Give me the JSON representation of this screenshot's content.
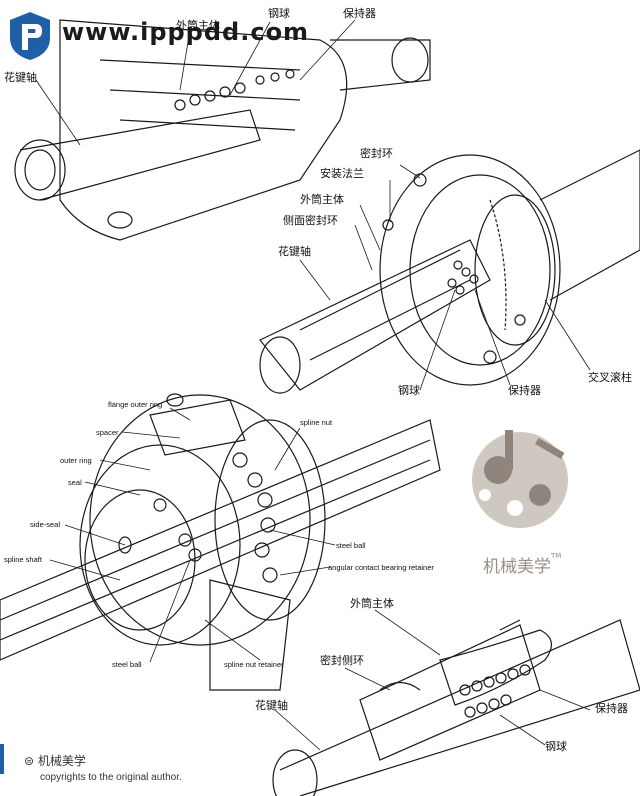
{
  "watermark": {
    "url": "www.ipppdd.com"
  },
  "brand": {
    "name": "机械美学",
    "tm": "TM"
  },
  "footer": {
    "mark": "机械美学",
    "copyright": "copyrights to the original author."
  },
  "fig1": {
    "labels": [
      "外筒主体",
      "钢球",
      "保持器",
      "花键轴"
    ]
  },
  "fig2": {
    "labels": [
      "密封环",
      "安装法兰",
      "外筒主体",
      "侧面密封环",
      "花键轴",
      "钢球",
      "保持器",
      "交叉滚柱"
    ]
  },
  "fig3": {
    "labels": [
      "flange outer ring",
      "spacer",
      "outer ring",
      "seal",
      "side-seal",
      "spline shaft",
      "spline nut",
      "steel ball",
      "angular contact bearing retainer",
      "steel ball",
      "spline nut retainer"
    ]
  },
  "fig4": {
    "labels": [
      "外筒主体",
      "密封侧环",
      "花键轴",
      "保持器",
      "钢球"
    ]
  },
  "colors": {
    "line": "#1a1a1a",
    "brand": "#9a8f86",
    "accent": "#1e5fa8"
  }
}
